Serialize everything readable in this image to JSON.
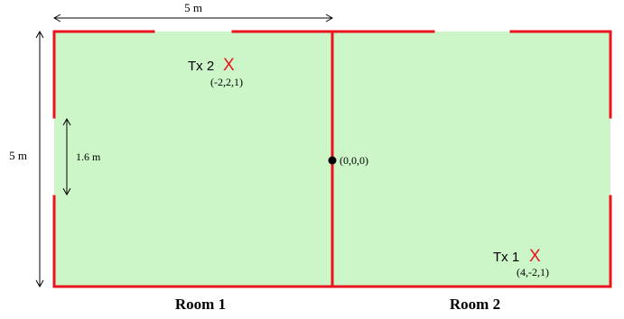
{
  "dimensions": {
    "top_width": "5 m",
    "left_height": "5 m",
    "door_gap": "1.6 m"
  },
  "transmitters": [
    {
      "label": "Tx 2",
      "marker": "X",
      "coords": "(-2,2,1)"
    },
    {
      "label": "Tx 1",
      "marker": "X",
      "coords": "(4,-2,1)"
    }
  ],
  "origin": {
    "coords": "(0,0,0)"
  },
  "rooms": [
    {
      "label": "Room 1"
    },
    {
      "label": "Room 2"
    }
  ],
  "colors": {
    "floor": "#ccf5c8",
    "wall": "#e8141e",
    "marker": "#e8141e",
    "text": "#000000"
  }
}
